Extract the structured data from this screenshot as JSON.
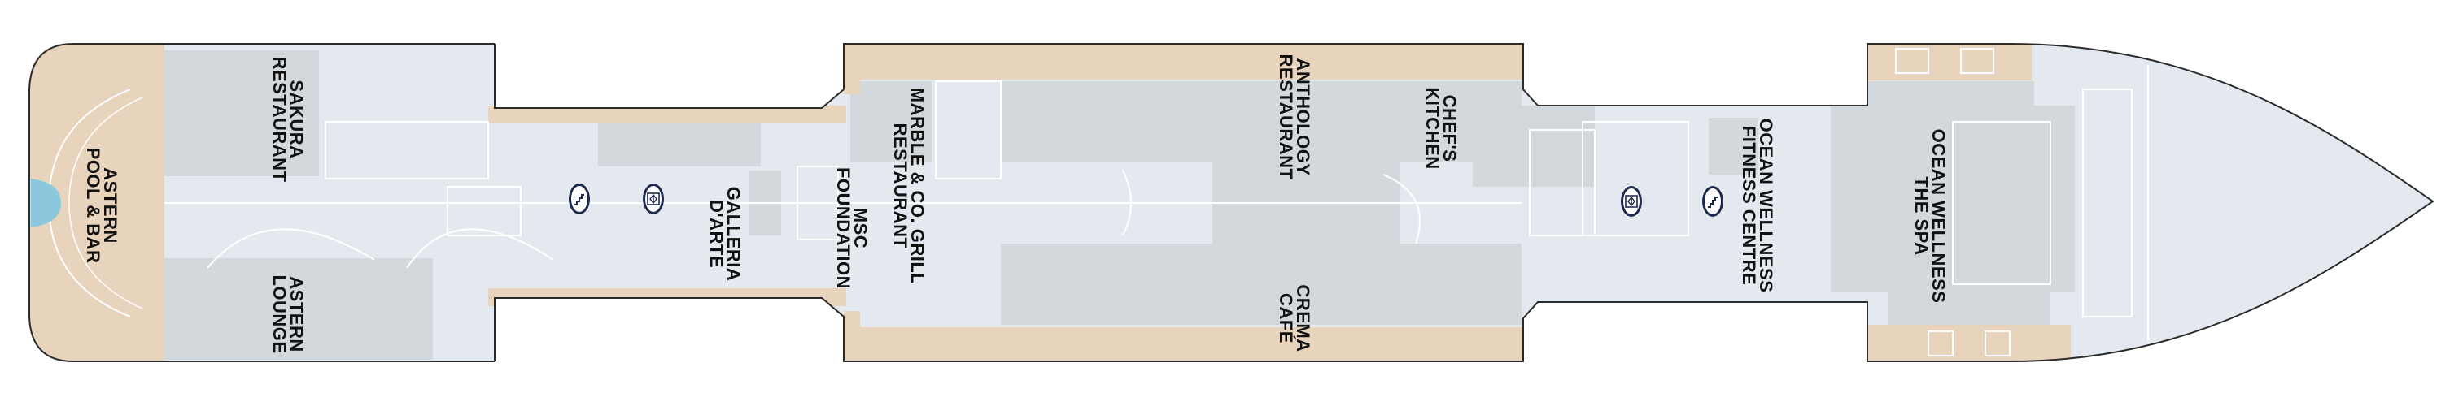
{
  "deck_plan": {
    "labels": {
      "astern_pool_bar": [
        "ASTERN",
        "POOL & BAR"
      ],
      "sakura": [
        "SAKURA",
        "RESTAURANT"
      ],
      "astern_lounge": [
        "ASTERN",
        "LOUNGE"
      ],
      "galleria": [
        "GALLERIA",
        "D'ARTE"
      ],
      "msc_foundation": [
        "MSC",
        "FOUNDATION"
      ],
      "marble_grill": [
        "MARBLE & CO. GRILL",
        "RESTAURANT"
      ],
      "anthology": [
        "ANTHOLOGY",
        "RESTAURANT"
      ],
      "chefs_kitchen": [
        "CHEF'S",
        "KITCHEN"
      ],
      "crema": [
        "CREMA",
        "CAFÉ"
      ],
      "fitness": [
        "OCEAN WELLNESS",
        "FITNESS CENTRE"
      ],
      "spa": [
        "OCEAN WELLNESS",
        "THE SPA"
      ]
    },
    "icons": [
      "stairs-icon",
      "elevator-icon",
      "elevator-icon",
      "stairs-icon"
    ],
    "colors": {
      "outdoor_deck": "#e8d3bc",
      "public_area": "#e3e9ef",
      "venue": "#d3d8dc",
      "pool": "#8dc7db",
      "hull": "#2b2b2b",
      "icon": "#1d2a4d"
    }
  }
}
